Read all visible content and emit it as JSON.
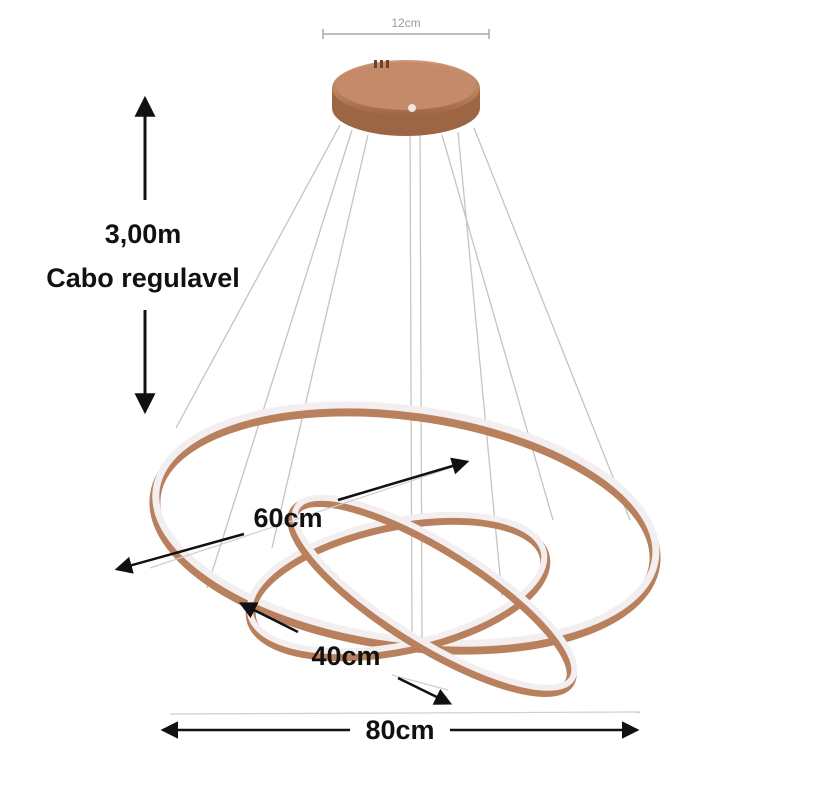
{
  "labels": {
    "canopy_width": "12cm",
    "cable_length": "3,00m",
    "cable_note": "Cabo regulavel",
    "ring_medium": "60cm",
    "ring_small": "40cm",
    "ring_large": "80cm"
  },
  "colors": {
    "copper": "#b9805d",
    "copper_dark": "#9c6644",
    "ring_light": "#f3eef0",
    "cable": "#c9c2bd",
    "arrow": "#111111"
  }
}
